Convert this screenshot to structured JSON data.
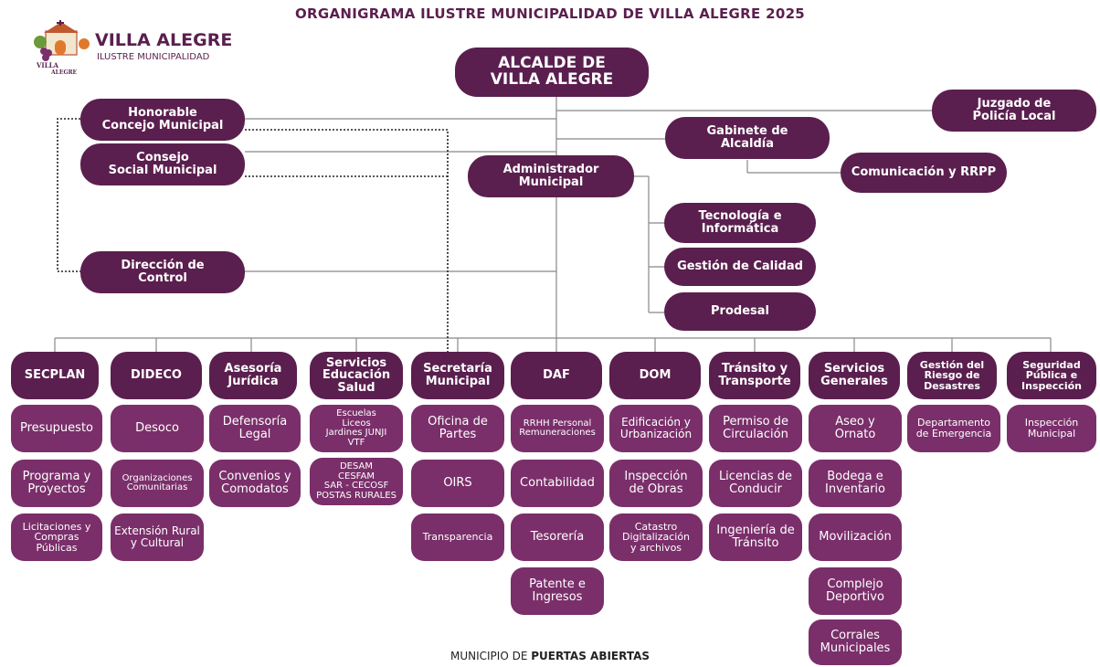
{
  "title": "ORGANIGRAMA ILUSTRE MUNICIPALIDAD DE VILLA ALEGRE 2025",
  "logo": {
    "name": "VILLA ALEGRE",
    "subtitle": "ILUSTRE MUNICIPALIDAD",
    "emblem_text": "VILLA ALEGRE"
  },
  "colors": {
    "dark": "#5a1f4e",
    "light": "#7a2f6a",
    "line": "#888888"
  },
  "top": {
    "alcalde": "ALCALDE DE\nVILLA ALEGRE",
    "juzgado": "Juzgado de\nPolicía Local",
    "concejo": "Honorable\nConcejo Municipal",
    "consejo": "Consejo\nSocial Municipal",
    "gabinete": "Gabinete de\nAlcaldía",
    "comunicacion": "Comunicación y RRPP",
    "administrador": "Administrador\nMunicipal",
    "tecnologia": "Tecnología e\nInformática",
    "calidad": "Gestión de Calidad",
    "prodesal": "Prodesal",
    "control": "Dirección de\nControl"
  },
  "departments": [
    {
      "name": "SECPLAN",
      "units": [
        "Presupuesto",
        "Programa y\nProyectos",
        "Licitaciones y\nCompras\nPúblicas"
      ]
    },
    {
      "name": "DIDECO",
      "units": [
        "Desoco",
        "Organizaciones\nComunitarias",
        "Extensión Rural\ny Cultural"
      ]
    },
    {
      "name": "Asesoría\nJurídica",
      "units": [
        "Defensoría\nLegal",
        "Convenios y\nComodatos"
      ]
    },
    {
      "name": "Servicios\nEducación\nSalud",
      "units": [
        "Escuelas\nLiceos\nJardines JUNJI\nVTF",
        "DESAM\nCESFAM\nSAR - CECOSF\nPOSTAS RURALES"
      ]
    },
    {
      "name": "Secretaría\nMunicipal",
      "units": [
        "Oficina de\nPartes",
        "OIRS",
        "Transparencia"
      ]
    },
    {
      "name": "DAF",
      "units": [
        "RRHH Personal\nRemuneraciones",
        "Contabilidad",
        "Tesorería",
        "Patente e\nIngresos"
      ]
    },
    {
      "name": "DOM",
      "units": [
        "Edificación y\nUrbanización",
        "Inspección\nde Obras",
        "Catastro\nDigitalización\ny archivos"
      ]
    },
    {
      "name": "Tránsito y\nTransporte",
      "units": [
        "Permiso de\nCirculación",
        "Licencias de\nConducir",
        "Ingeniería de\nTránsito"
      ]
    },
    {
      "name": "Servicios\nGenerales",
      "units": [
        "Aseo y\nOrnato",
        "Bodega e\nInventario",
        "Movilización",
        "Complejo\nDeportivo",
        "Corrales\nMunicipales"
      ]
    },
    {
      "name": "Gestión del\nRiesgo de\nDesastres",
      "units": [
        "Departamento\nde Emergencia"
      ]
    },
    {
      "name": "Seguridad\nPública e\nInspección",
      "units": [
        "Inspección\nMunicipal"
      ]
    }
  ],
  "footer": {
    "prefix": "MUNICIPIO DE ",
    "bold": "PUERTAS ABIERTAS"
  }
}
